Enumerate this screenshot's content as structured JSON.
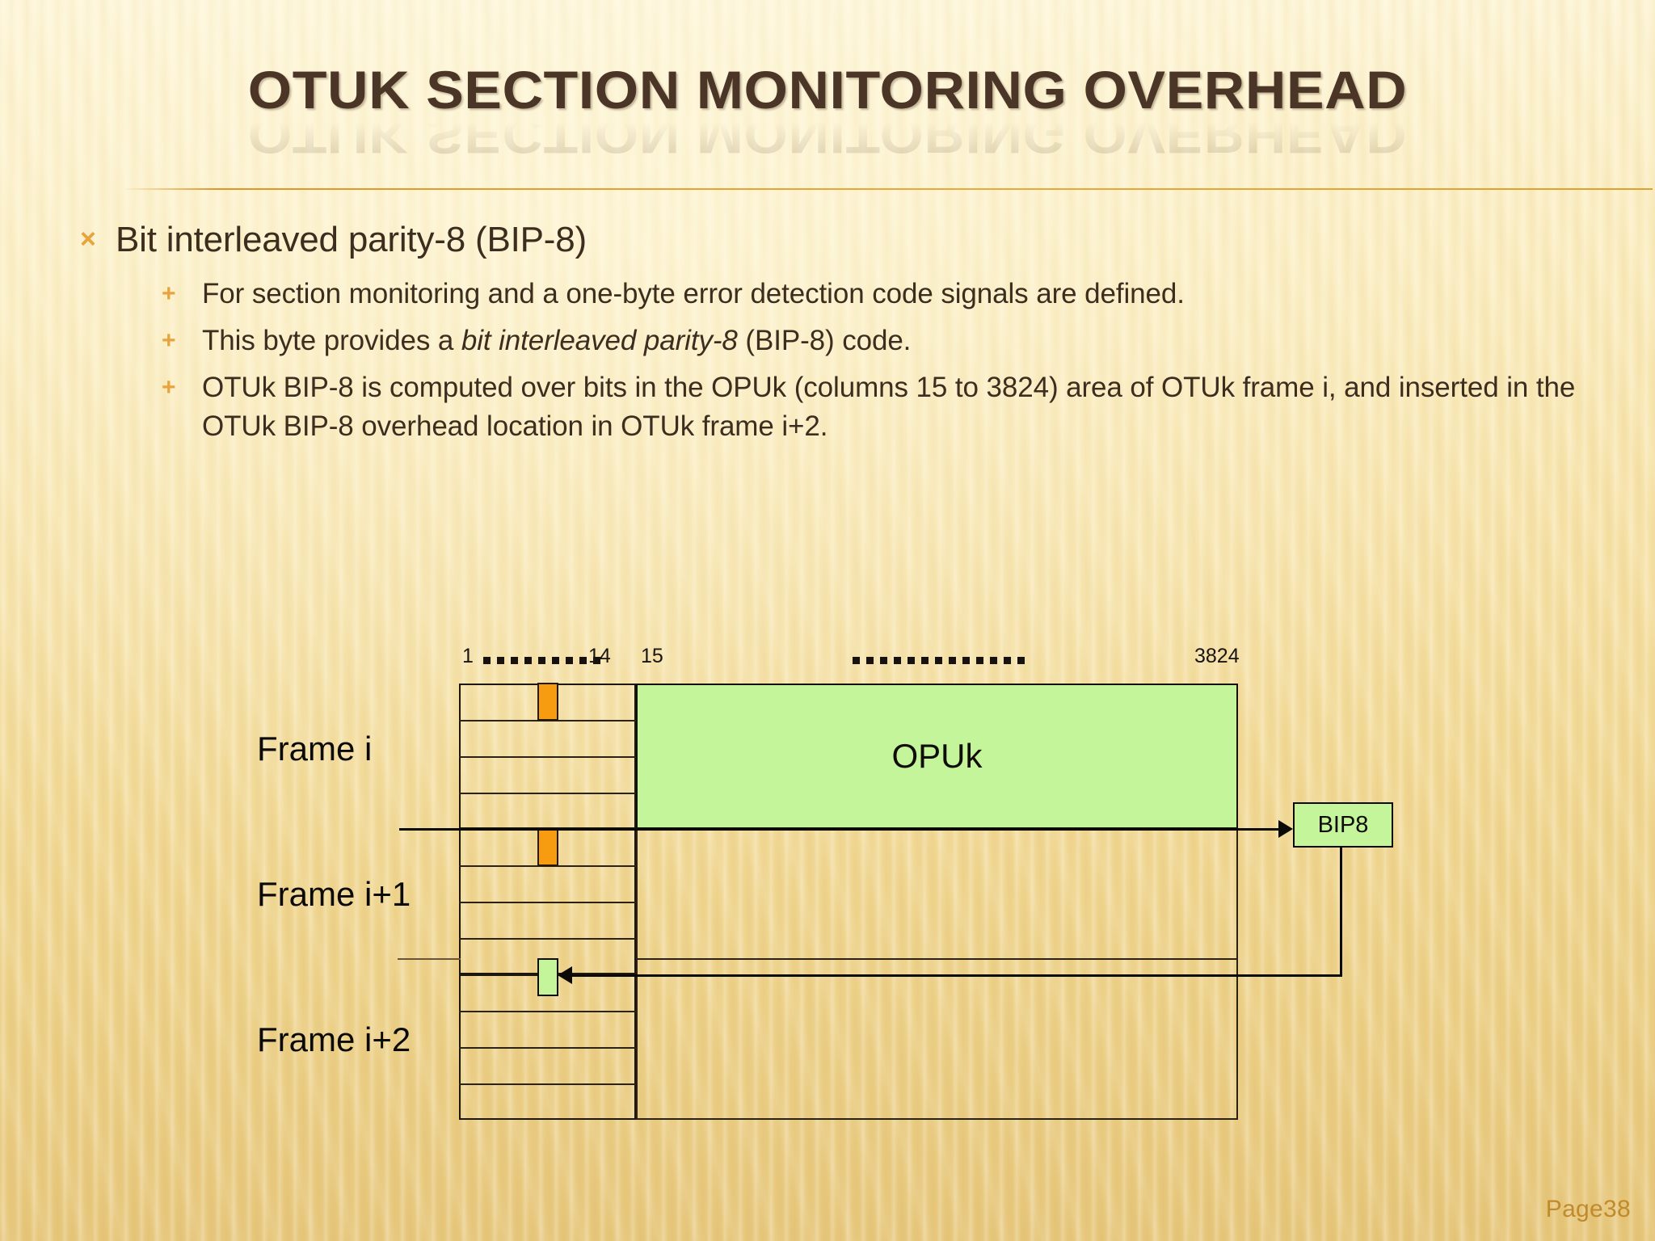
{
  "slide": {
    "title": "OTUk Section Monitoring Overhead",
    "page_label": "Page38",
    "accent_color": "#e8a33a",
    "rule_color": "#dd9628",
    "text_color": "#3d2d1f"
  },
  "bullets": {
    "level1_marker": "×",
    "level2_marker": "+",
    "heading": "Bit interleaved parity-8 (BIP-8)",
    "items": [
      {
        "prefix": "For section monitoring and a one-byte error detection code signals are defined.",
        "italic": "",
        "suffix": ""
      },
      {
        "prefix": "This byte provides a ",
        "italic": "bit interleaved parity-8",
        "suffix": " (BIP-8) code."
      },
      {
        "prefix": "OTUk BIP-8 is computed over bits in the OPUk (columns 15 to 3824) area of OTUk frame i, and inserted in the OTUk BIP-8 overhead location in OTUk frame i+2.",
        "italic": "",
        "suffix": ""
      }
    ]
  },
  "diagram": {
    "column_labels": {
      "first": "1",
      "fourteen": "14",
      "fifteen": "15",
      "last": "3824"
    },
    "frames": [
      {
        "label": "Frame i"
      },
      {
        "label": "Frame i+1"
      },
      {
        "label": "Frame i+2"
      }
    ],
    "opuk_label": "OPUk",
    "bip8_label": "BIP8",
    "colors": {
      "opuk_fill": "#c4f59b",
      "sm_byte_fill": "#f79b10",
      "bip8_fill": "#c4f59b",
      "line": "#0c0a07"
    },
    "rows_per_frame": 4,
    "dot_counts": {
      "left_run": 9,
      "right_run": 13
    }
  }
}
